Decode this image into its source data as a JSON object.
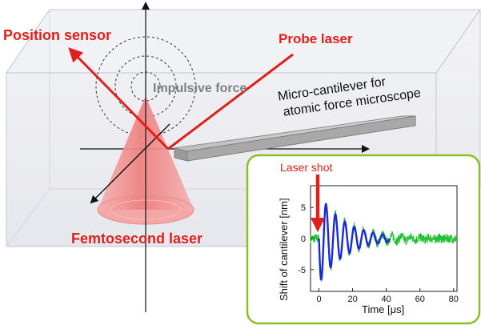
{
  "labels": {
    "position_sensor": "Position sensor",
    "probe_laser": "Probe laser",
    "impulsive_force": "Impulsive force",
    "cantilever_line1": "Micro-cantilever for",
    "cantilever_line2": "atomic force microscope",
    "femtosecond_laser": "Femtosecond laser"
  },
  "colors": {
    "red": "#e0201b",
    "cone_pink": "#f08a8a",
    "inset_border": "#8cbf26",
    "fit_blue": "#1a2bd6",
    "data_green": "#22c032",
    "arrow_red": "#e0201b"
  },
  "inset": {
    "laser_shot": "Laser shot",
    "xlabel": "Time [μs]",
    "ylabel": "Shift of cantilever [nm]",
    "xticks": [
      "0",
      "20",
      "40",
      "60",
      "80"
    ],
    "yticks": [
      "5",
      "0",
      "-5"
    ]
  },
  "chart_data": {
    "type": "line",
    "xlabel": "Time [μs]",
    "ylabel": "Shift of cantilever [nm]",
    "xlim": [
      -5,
      82
    ],
    "ylim": [
      -8.5,
      8.5
    ],
    "xticks": [
      0,
      20,
      40,
      60,
      80
    ],
    "yticks": [
      -5,
      0,
      5
    ],
    "annotation": "Laser shot",
    "annotation_x": 0,
    "series": [
      {
        "style": "noisy measurement",
        "color": "#22c032",
        "model": "damped sine with noise",
        "amplitude": 7.2,
        "period": 5.6,
        "decay": 16,
        "noise": 0.7,
        "x_start": 0,
        "x_end": 82,
        "pre_noise_from": -5
      },
      {
        "style": "fit",
        "color": "#1a2bd6",
        "model": "damped sine",
        "amplitude": 7.2,
        "period": 5.6,
        "decay": 16,
        "x_start": 0,
        "x_end": 42
      }
    ]
  }
}
